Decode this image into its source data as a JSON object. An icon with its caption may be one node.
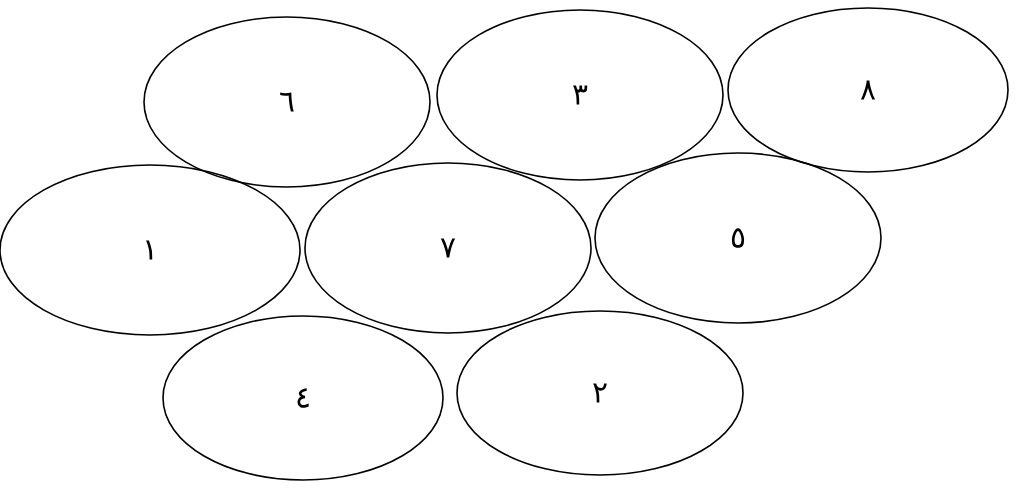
{
  "diagram": {
    "nodes": [
      {
        "text": [
          "٦"
        ]
      },
      {
        "text": [
          "٣"
        ]
      },
      {
        "text": [
          "٨"
        ]
      },
      {
        "text": [
          "١"
        ]
      },
      {
        "text": [
          "٧"
        ]
      },
      {
        "text": [
          "٥"
        ]
      },
      {
        "text": [
          "٤"
        ]
      },
      {
        "text": [
          "٢"
        ]
      }
    ]
  }
}
